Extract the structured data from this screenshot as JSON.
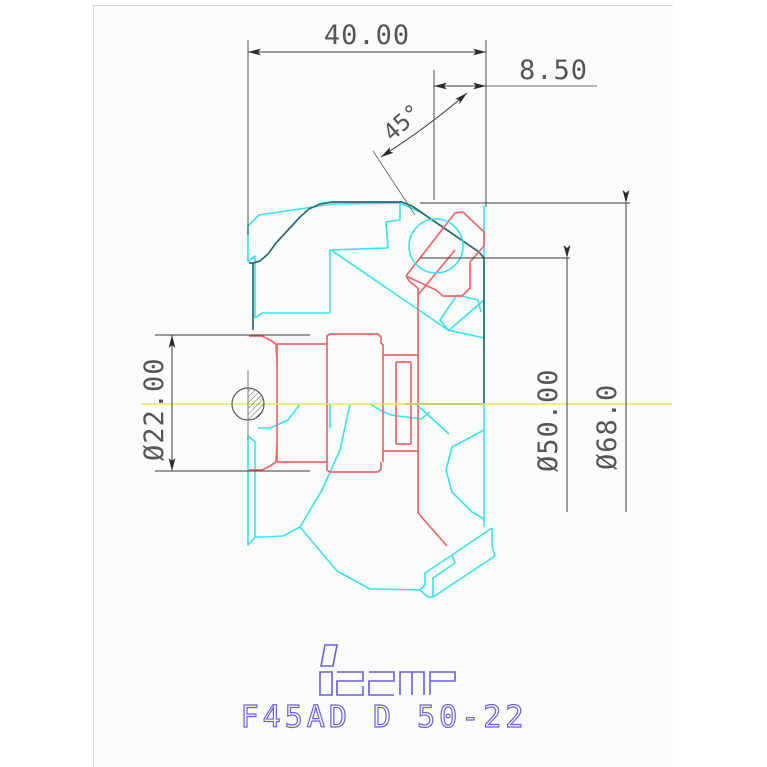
{
  "document": {
    "type": "cad-technical-drawing",
    "background_color": "#ffffff",
    "sheet_color": "#fbfdfa",
    "frame_color": "#d8dbd8"
  },
  "dimensions": {
    "overall_length": {
      "label": "40.00",
      "orientation": "horizontal",
      "position": "top"
    },
    "chamfer_length": {
      "label": "8.50",
      "orientation": "horizontal",
      "position": "top-right"
    },
    "lead_angle": {
      "label": "45°",
      "orientation": "angular",
      "position": "top-center"
    },
    "bore_diameter": {
      "label": "Ø22.00",
      "orientation": "vertical",
      "position": "left"
    },
    "cutting_diameter": {
      "label": "Ø50.00",
      "orientation": "vertical",
      "position": "right-inner"
    },
    "max_diameter": {
      "label": "Ø68.0",
      "orientation": "vertical",
      "position": "right-outer"
    }
  },
  "title_block": {
    "brand": "ISCAR",
    "brand_logo_name": "iscar-logo",
    "part_number": "F45AD D 50-22",
    "text_color": "#6a5fe0"
  },
  "colors": {
    "dimension_line": "#3a3a3a",
    "dimension_text": "#555555",
    "geometry_cyan": "#38e3f0",
    "geometry_red": "#f4646b",
    "geometry_dark": "#2b6a6e",
    "centerline_yellow": "#e8e85a",
    "centerline_gray": "#7d7d7d",
    "brand_blue": "#6a5fe0"
  },
  "views": {
    "main": {
      "name": "side-section-view",
      "description": "45 degree face mill cutter body side view with insert pocket"
    }
  }
}
